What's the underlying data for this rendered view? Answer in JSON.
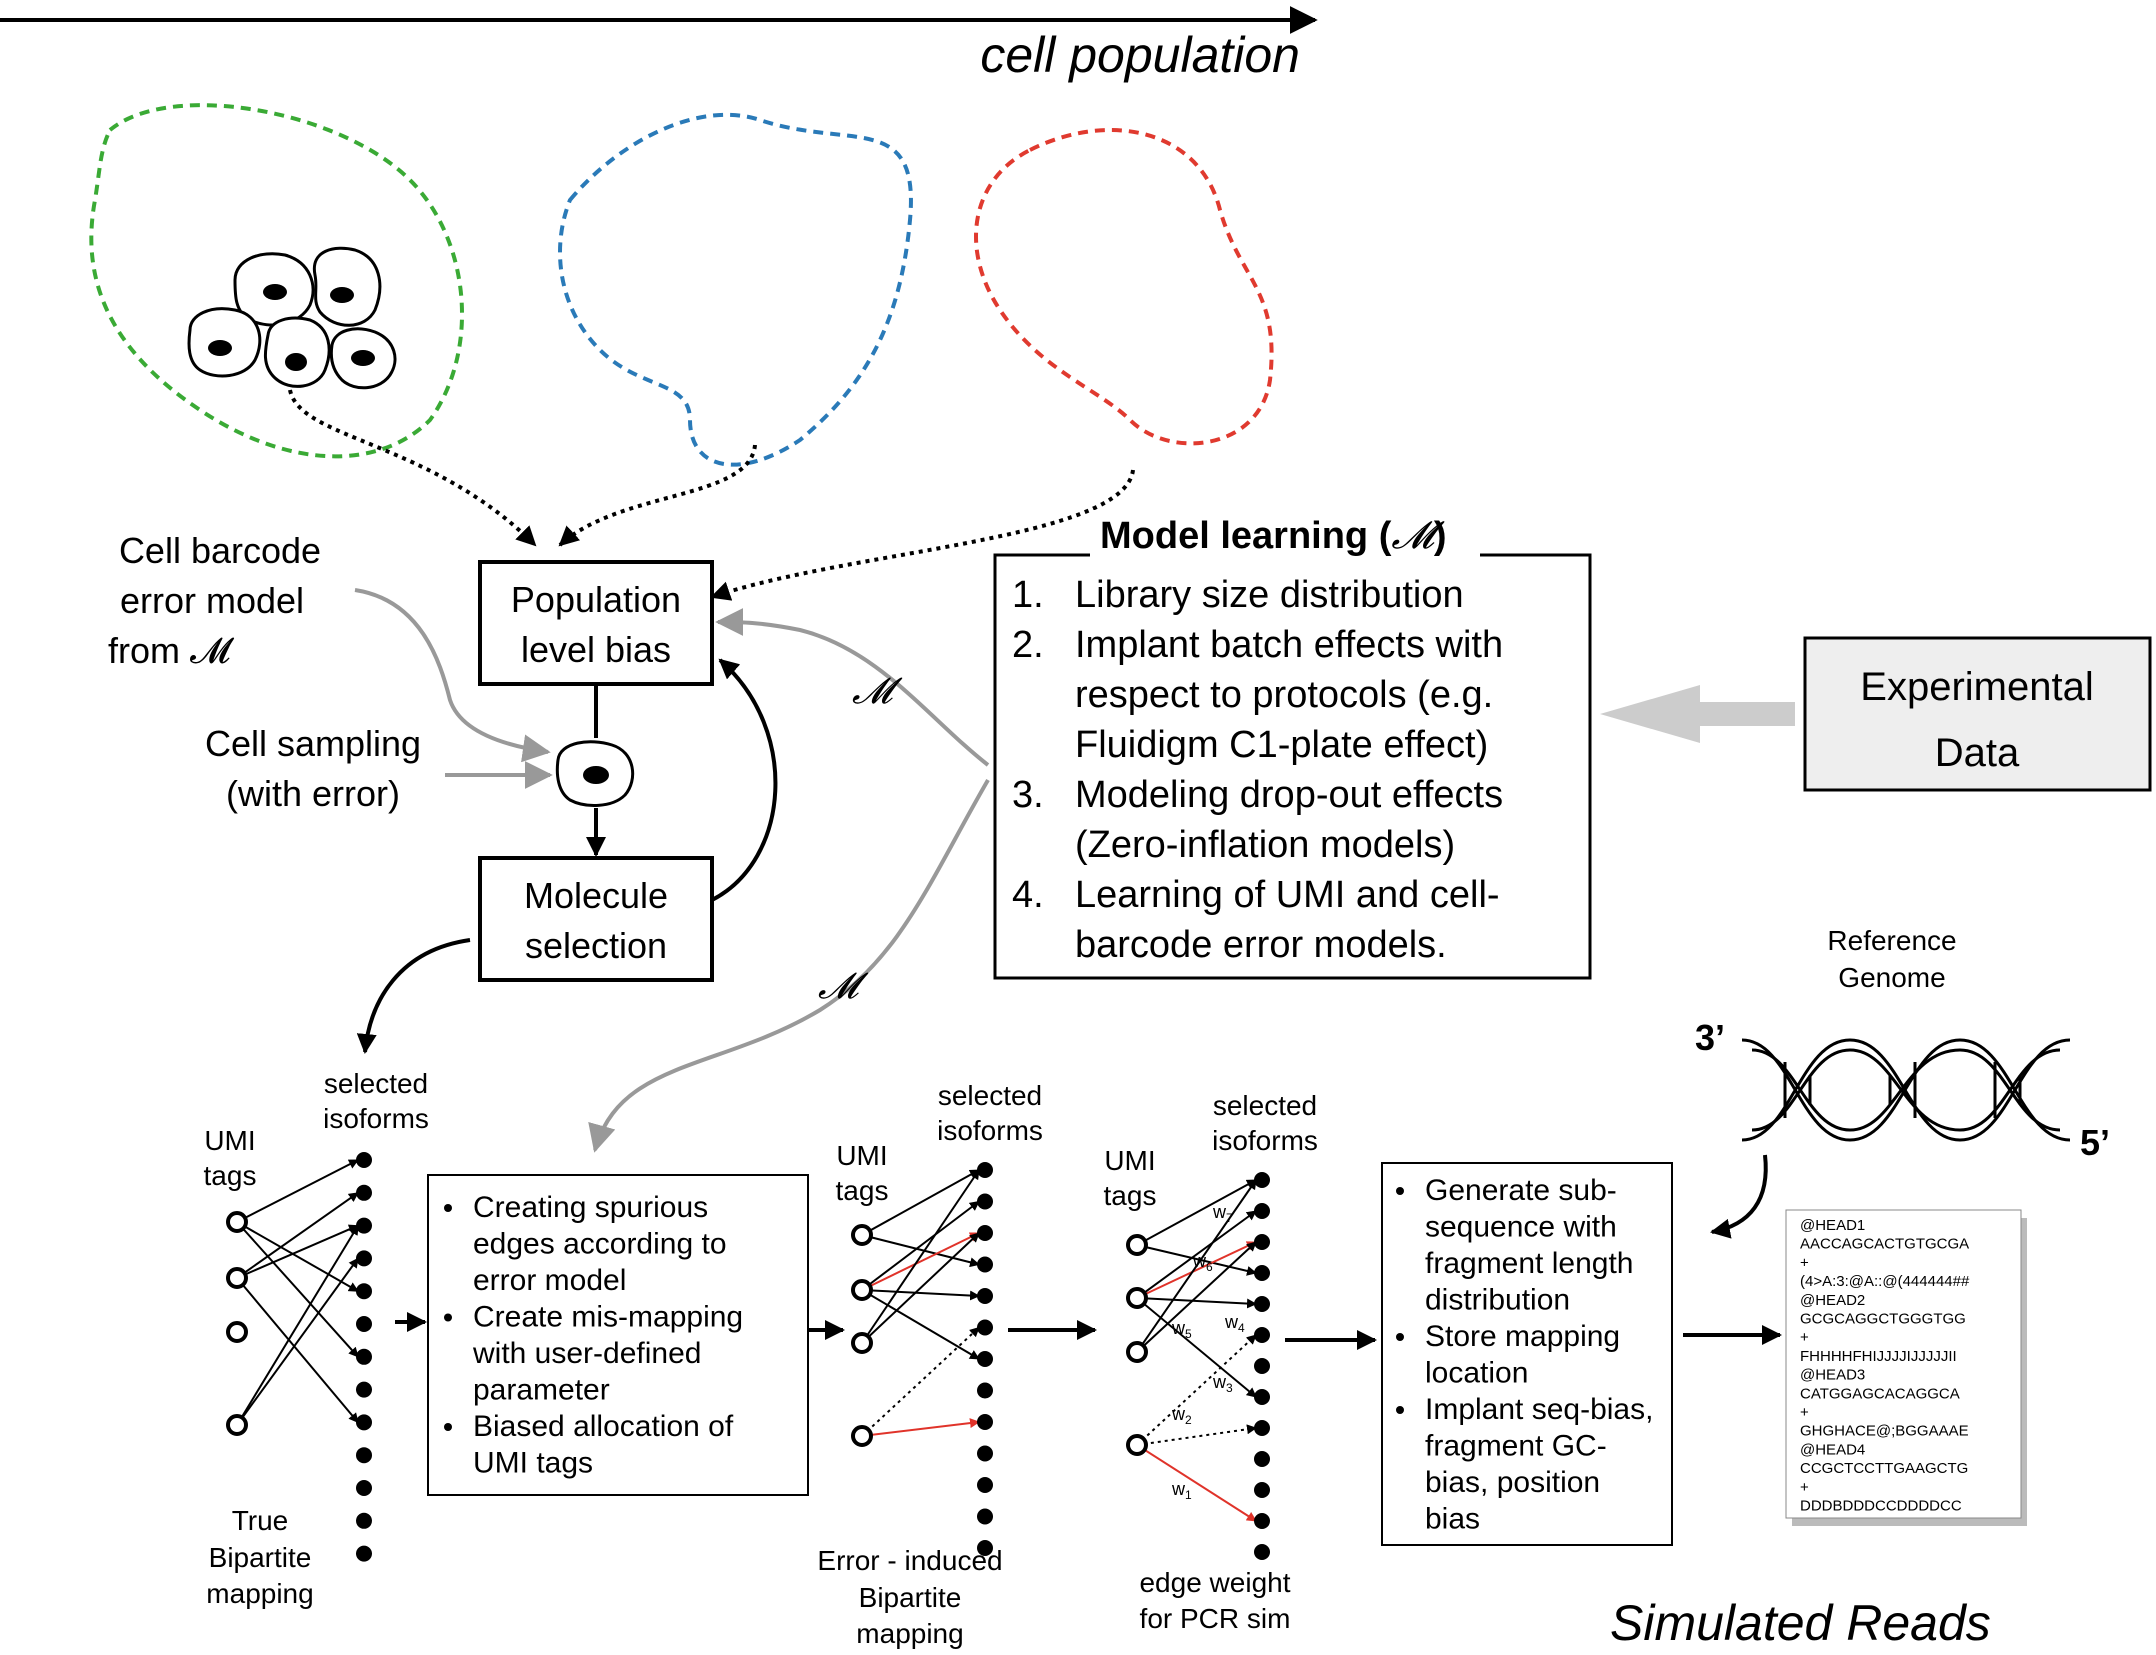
{
  "top_axis": {
    "label": "cell population"
  },
  "model_learning": {
    "title": "Model learning (",
    "symbol": "𝓜",
    "title_close": ")",
    "items": [
      {
        "num": "1.",
        "lines": [
          "Library size distribution"
        ]
      },
      {
        "num": "2.",
        "lines": [
          "Implant batch effects with",
          "respect to protocols (e.g.",
          "Fluidigm C1-plate effect)"
        ]
      },
      {
        "num": "3.",
        "lines": [
          "Modeling drop-out effects",
          "(Zero-inflation models)"
        ]
      },
      {
        "num": "4.",
        "lines": [
          "Learning of UMI and cell-",
          "barcode error models."
        ]
      }
    ]
  },
  "experimental_data": [
    "Experimental",
    "Data"
  ],
  "population_bias": [
    "Population",
    "level bias"
  ],
  "molecule_selection": [
    "Molecule",
    "selection"
  ],
  "cell_barcode_error": [
    "Cell barcode",
    "error model",
    "from 𝓜"
  ],
  "cell_sampling": [
    "Cell sampling",
    "(with error)"
  ],
  "m_symbol": "𝓜",
  "true_mapping": {
    "umi": [
      "UMI",
      "tags"
    ],
    "isoforms": [
      "selected",
      "isoforms"
    ],
    "caption": [
      "True",
      "Bipartite",
      "mapping"
    ]
  },
  "error_box": [
    [
      "Creating spurious",
      "edges according to",
      "error model"
    ],
    [
      "Create mis-mapping",
      "with user-defined",
      "parameter"
    ],
    [
      "Biased allocation of",
      "UMI tags"
    ]
  ],
  "error_mapping": {
    "umi": [
      "UMI",
      "tags"
    ],
    "isoforms": [
      "selected",
      "isoforms"
    ],
    "caption": [
      "Error - induced",
      "Bipartite",
      "mapping"
    ]
  },
  "weight_mapping": {
    "umi": [
      "UMI",
      "tags"
    ],
    "isoforms": [
      "selected",
      "isoforms"
    ],
    "caption": [
      "edge weight",
      "for PCR sim"
    ],
    "weights": [
      "w",
      "w",
      "w",
      "w",
      "w",
      "w",
      "w"
    ],
    "weight_subs": [
      "7",
      "6",
      "5",
      "4",
      "3",
      "2",
      "1"
    ]
  },
  "generate_box": [
    [
      "Generate sub-",
      "sequence with",
      "fragment length",
      "distribution"
    ],
    [
      "Store mapping",
      "location"
    ],
    [
      "Implant seq-bias,",
      "fragment GC-",
      "bias, position",
      "bias"
    ]
  ],
  "reference_genome": [
    "Reference",
    "Genome"
  ],
  "three_prime": "3’",
  "five_prime": "5’",
  "reads": [
    "@HEAD1",
    "AACCAGCACTGTGCGA",
    "+",
    "(4>A:3:@A::@(444444##",
    "@HEAD2",
    "GCGCAGGCTGGGTGG",
    "+",
    "FHHHHFHIJJJJIJJJJJII",
    "@HEAD3",
    "CATGGAGCACAGGCA",
    "+",
    "GHGHACE@;BGGAAAE",
    "@HEAD4",
    "CCGCTCCTTGAAGCTG",
    "+",
    "DDDBDDDCCDDDDCC"
  ],
  "simulated_reads": "Simulated Reads",
  "colors": {
    "green": "#3aaa35",
    "blue": "#2a7ab8",
    "red": "#e03a2f",
    "gray": "#999999",
    "edge_red": "#e0332a"
  }
}
